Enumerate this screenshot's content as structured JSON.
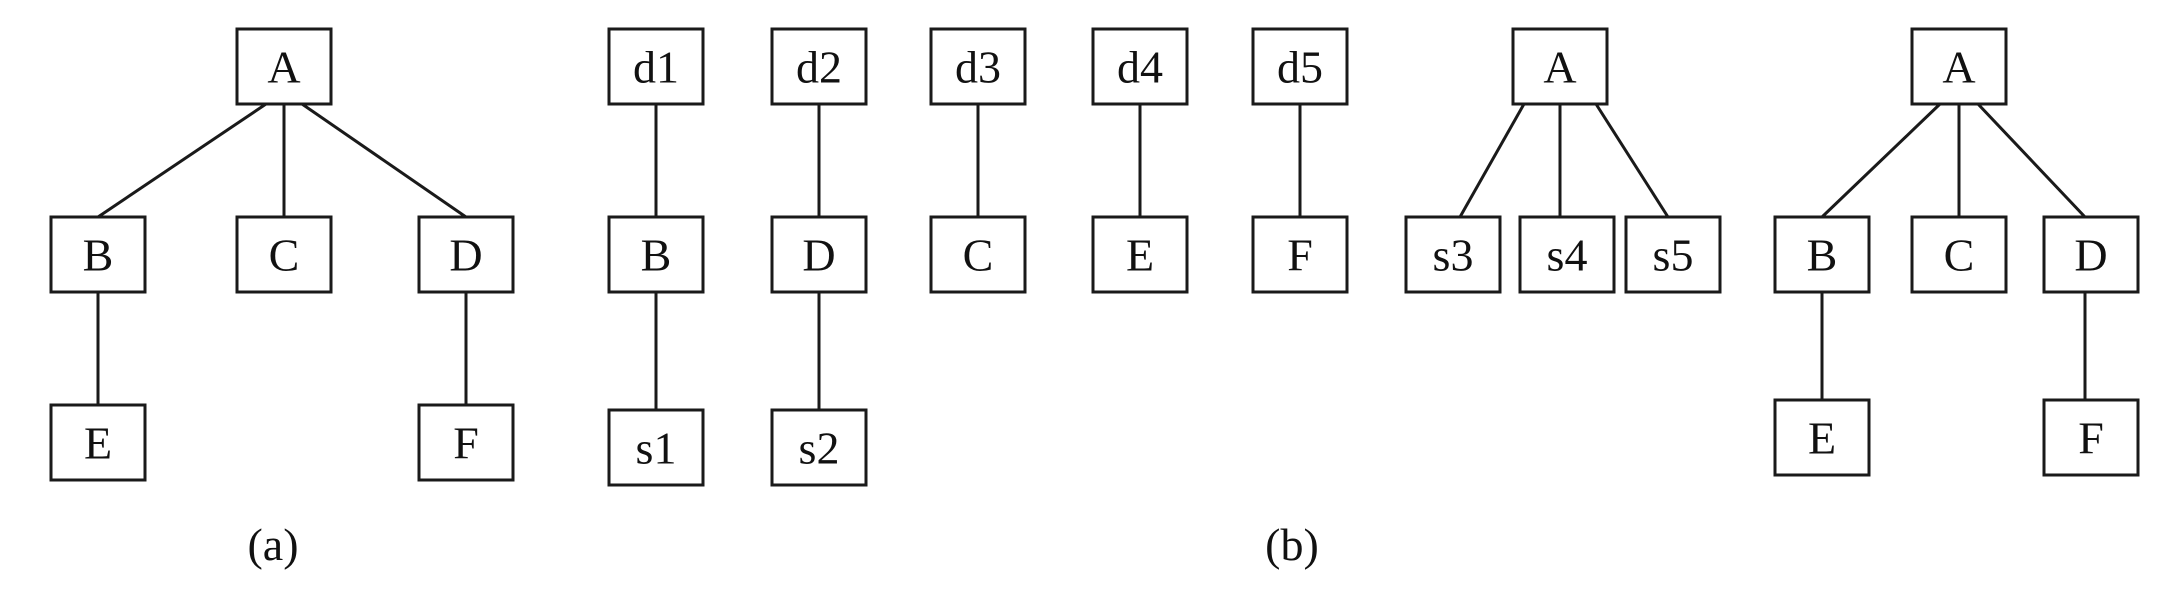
{
  "diagrams": {
    "tree_a": {
      "caption": "(a)",
      "nodes": [
        "A",
        "B",
        "C",
        "D",
        "E",
        "F"
      ]
    },
    "panel_b": {
      "caption": "(b)",
      "columns": [
        [
          "d1",
          "B",
          "s1"
        ],
        [
          "d2",
          "D",
          "s2"
        ],
        [
          "d3",
          "C"
        ],
        [
          "d4",
          "E"
        ],
        [
          "d5",
          "F"
        ]
      ],
      "tree_s": {
        "root": "A",
        "children": [
          "s3",
          "s4",
          "s5"
        ]
      },
      "tree_copy": {
        "nodes": [
          "A",
          "B",
          "C",
          "D",
          "E",
          "F"
        ]
      }
    }
  }
}
